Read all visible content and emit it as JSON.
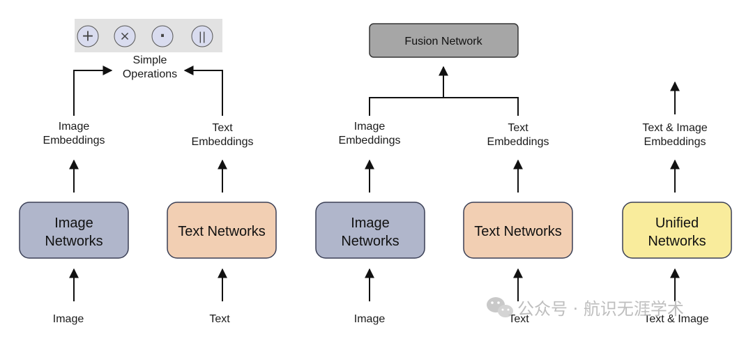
{
  "panel_simple": {
    "operations": [
      {
        "symbol": "+",
        "icon": "plus-icon"
      },
      {
        "symbol": "×",
        "icon": "times-icon"
      },
      {
        "symbol": "·",
        "icon": "dot-icon"
      },
      {
        "symbol": "||",
        "icon": "concat-icon"
      }
    ],
    "operations_label": [
      "Simple",
      "Operations"
    ],
    "image_embeddings": [
      "Image",
      "Embeddings"
    ],
    "text_embeddings": [
      "Text",
      "Embeddings"
    ],
    "image_network": [
      "Image",
      "Networks"
    ],
    "text_network": "Text Networks",
    "image_input": "Image",
    "text_input": "Text"
  },
  "panel_fusion": {
    "fusion_network": "Fusion Network",
    "image_embeddings": [
      "Image",
      "Embeddings"
    ],
    "text_embeddings": [
      "Text",
      "Embeddings"
    ],
    "image_network": [
      "Image",
      "Networks"
    ],
    "text_network": "Text Networks",
    "image_input": "Image",
    "text_input": "Text"
  },
  "panel_unified": {
    "embeddings": [
      "Text & Image",
      "Embeddings"
    ],
    "network": [
      "Unified",
      "Networks"
    ],
    "input": "Text & Image"
  },
  "watermark": "公众号 · 航识无涯学术",
  "colors": {
    "image_box": "#b0b6cb",
    "text_box": "#f2cfb3",
    "unified_box": "#f9ec9c",
    "fusion_box": "#a6a6a6",
    "ops_panel": "#e2e2e2",
    "ops_circle": "#d9dcef"
  }
}
